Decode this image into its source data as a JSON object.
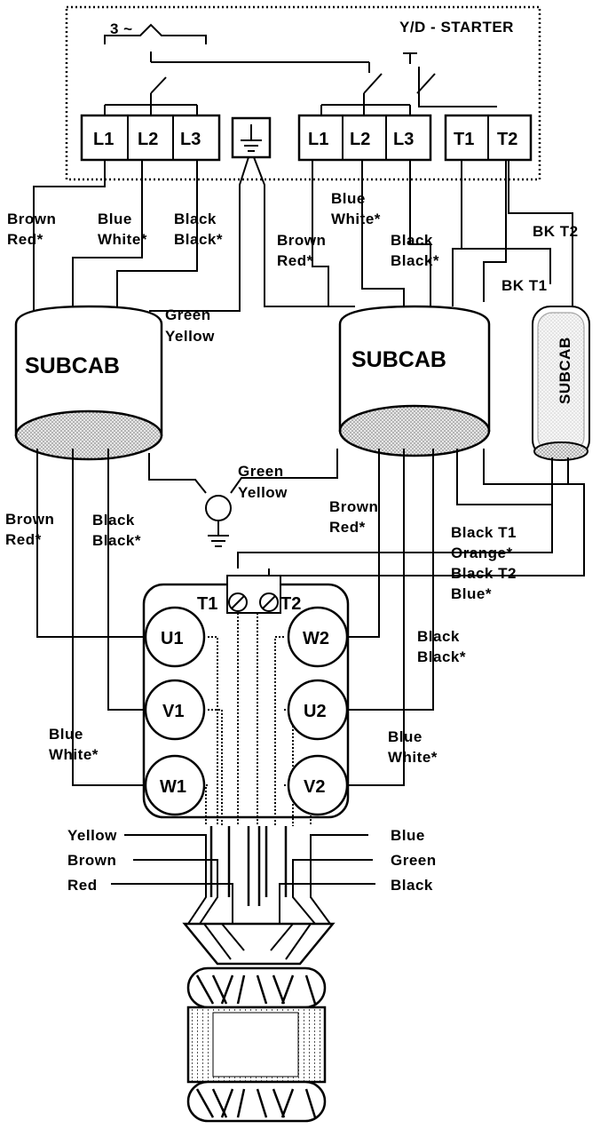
{
  "starter": {
    "title": "Y/D - STARTER",
    "supply": "3 ~",
    "terminals_left": [
      "L1",
      "L2",
      "L3"
    ],
    "terminals_right": [
      "L1",
      "L2",
      "L3"
    ],
    "thermal_terminals": [
      "T1",
      "T2"
    ]
  },
  "cables": {
    "subcab": "SUBCAB",
    "left_top": [
      {
        "line1": "Brown",
        "line2": "Red*"
      },
      {
        "line1": "Blue",
        "line2": "White*"
      },
      {
        "line1": "Black",
        "line2": "Black*"
      }
    ],
    "right_top": [
      {
        "line1": "Brown",
        "line2": "Red*"
      },
      {
        "line1": "Blue",
        "line2": "White*"
      },
      {
        "line1": "Black",
        "line2": "Black*"
      }
    ],
    "earth_top": {
      "line1": "Green",
      "line2": "Yellow"
    },
    "earth_bottom": {
      "line1": "Green",
      "line2": "Yellow"
    },
    "bk_t1": "BK T1",
    "bk_t2": "BK T2",
    "left_bottom": [
      {
        "line1": "Brown",
        "line2": "Red*"
      },
      {
        "line1": "Black",
        "line2": "Black*"
      },
      {
        "line1": "Blue",
        "line2": "White*"
      }
    ],
    "right_bottom": [
      {
        "line1": "Brown",
        "line2": "Red*"
      },
      {
        "line1": "Black T1",
        "line2": "Orange*"
      },
      {
        "line1": "Black T2",
        "line2": "Blue*"
      },
      {
        "line1": "Black",
        "line2": "Black*"
      },
      {
        "line1": "Blue",
        "line2": "White*"
      }
    ]
  },
  "motor_box": {
    "thermal": [
      "T1",
      "T2"
    ],
    "left": [
      "U1",
      "V1",
      "W1"
    ],
    "right": [
      "W2",
      "U2",
      "V2"
    ]
  },
  "leads": {
    "left": [
      "Yellow",
      "Brown",
      "Red"
    ],
    "right": [
      "Blue",
      "Green",
      "Black"
    ]
  }
}
